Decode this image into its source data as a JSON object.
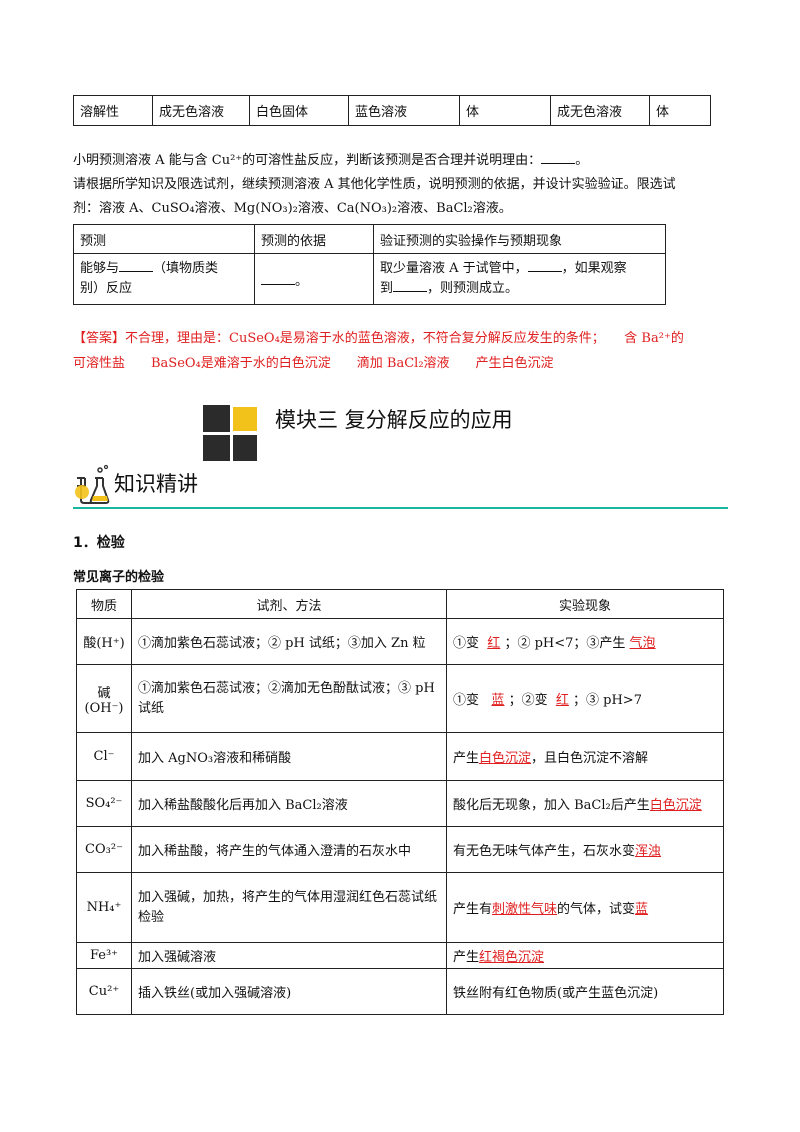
{
  "top_table": {
    "row": [
      "溶解性",
      "成无色溶液",
      "白色固体",
      "蓝色溶液",
      "体",
      "成无色溶液",
      "体"
    ]
  },
  "para1": "小明预测溶液 A 能与含 Cu²⁺的可溶性盐反应，判断该预测是否合理并说明理由：",
  "para2_line1": "请根据所学知识及限选试剂，继续预测溶液 A 其他化学性质，说明预测的依据，并设计实验验证。限选试",
  "para2_line2": "剂：溶液 A、CuSO₄溶液、Mg(NO₃)₂溶液、Ca(NO₃)₂溶液、BaCl₂溶液。",
  "predict_table": {
    "headers": [
      "预测",
      "预测的依据",
      "验证预测的实验操作与预期现象"
    ],
    "cell1_a": "能够与",
    "cell1_b": "（填物质类",
    "cell1_c": "别）反应",
    "cell3_a": "取少量溶液 A 于试管中，",
    "cell3_b": "，如果观察",
    "cell3_c": "到",
    "cell3_d": "，则预测成立。"
  },
  "answer": {
    "tag": "【答案】",
    "line1": "不合理，理由是：CuSeO₄是易溶于水的蓝色溶液，不符合复分解反应发生的条件；　　含 Ba²⁺的",
    "line2": "可溶性盐　　BaSeO₄是难溶于水的白色沉淀　　滴加 BaCl₂溶液　　产生白色沉淀"
  },
  "module_title": "模块三  复分解反应的应用",
  "knowledge_title": "知识精讲",
  "section1": "1．检验",
  "section2": "常见离子的检验",
  "ion_table": {
    "headers": [
      "物质",
      "试剂、方法",
      "实验现象"
    ],
    "rows": [
      {
        "ion": "酸(H⁺)",
        "method": "①滴加紫色石蕊试液；② pH 试纸；③加入 Zn 粒",
        "phen_pre": "①变",
        "a1": "红",
        "phen_mid": "；② pH<7；③产生",
        "a2": "气泡"
      },
      {
        "ion": "碱(OH⁻)",
        "method": "①滴加紫色石蕊试液；②滴加无色酚酞试液；③ pH 试纸",
        "phen_pre": "①变",
        "a1": "蓝",
        "phen_mid": "；②变",
        "a2": "红",
        "phen_post": "；③ pH>7"
      },
      {
        "ion": "Cl⁻",
        "method": "加入 AgNO₃溶液和稀硝酸",
        "phen_pre": "产生",
        "a1": "白色沉淀",
        "phen_post": "，且白色沉淀不溶解"
      },
      {
        "ion": "SO₄²⁻",
        "method": "加入稀盐酸酸化后再加入 BaCl₂溶液",
        "phen_pre": "酸化后无现象，加入 BaCl₂后产生",
        "a1": "白色沉淀"
      },
      {
        "ion": "CO₃²⁻",
        "method": "加入稀盐酸，将产生的气体通入澄清的石灰水中",
        "phen_pre": "有无色无味气体产生，石灰水变",
        "a1": "浑浊"
      },
      {
        "ion": "NH₄⁺",
        "method": "加入强碱，加热，将产生的气体用湿润红色石蕊试纸检验",
        "phen_pre": "产生有",
        "a1": "刺激性气味",
        "phen_mid": "的气体，试变",
        "a2": "蓝"
      },
      {
        "ion": "Fe³⁺",
        "method": "加入强碱溶液",
        "phen_pre": "产生",
        "a1": "红褐色沉淀"
      },
      {
        "ion": "Cu²⁺",
        "method": "插入铁丝(或加入强碱溶液)",
        "phen_pre": "铁丝附有红色物质(或产生蓝色沉淀)"
      }
    ]
  },
  "colors": {
    "answer_red": "#e02020",
    "accent_teal": "#19b79e",
    "icon_dark": "#2b2b2b",
    "icon_yellow": "#f2c21b"
  },
  "icons": [
    "module-block-icon",
    "lab-flask-icon"
  ]
}
